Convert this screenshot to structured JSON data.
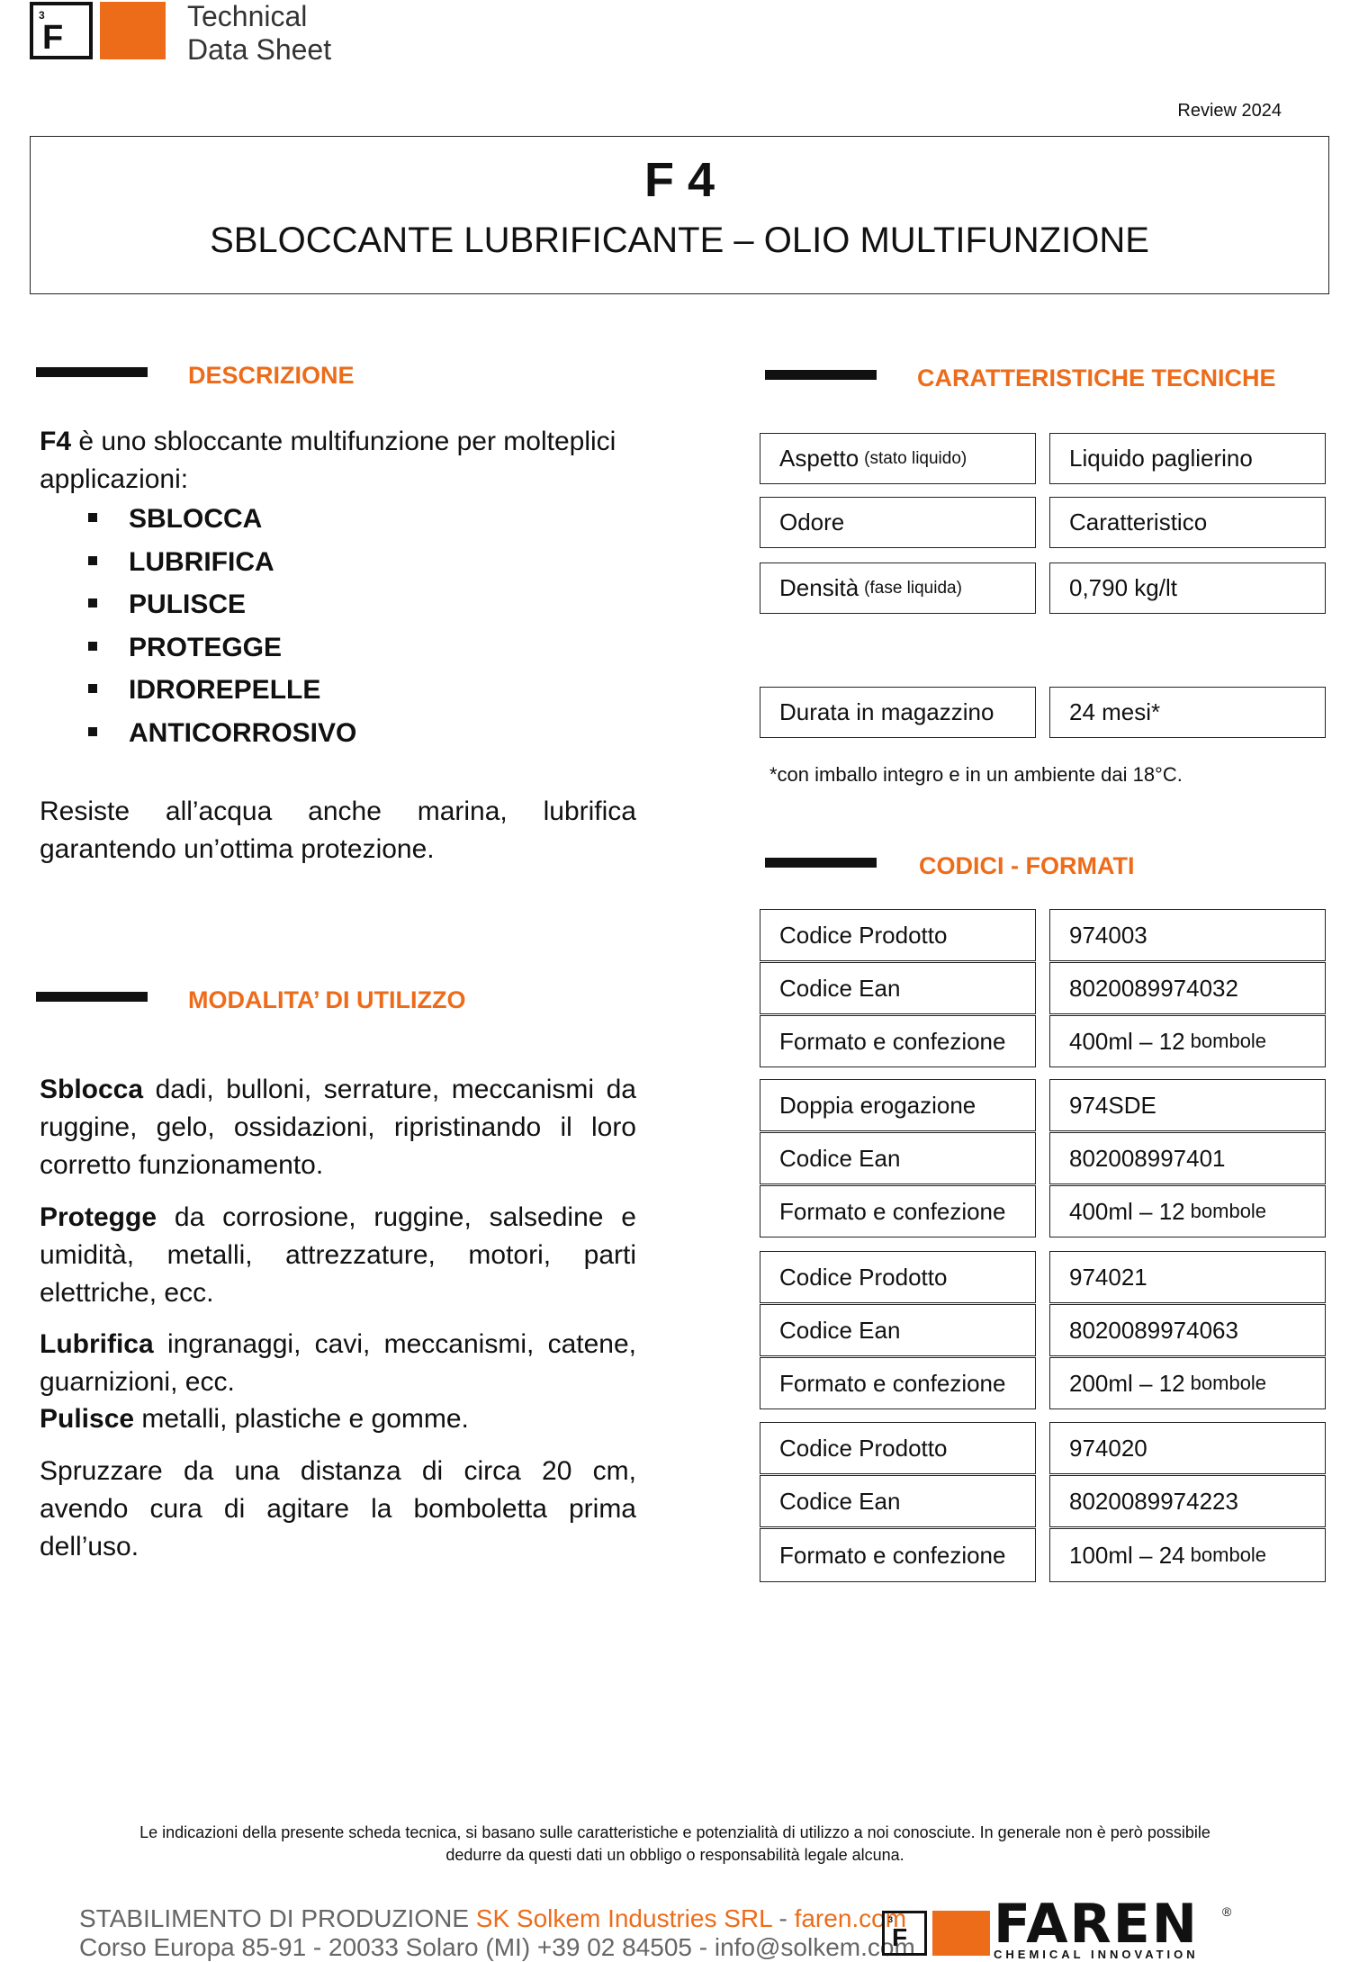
{
  "header": {
    "logo_superscript": "3",
    "logo_letter": "F",
    "title_line1": "Technical",
    "title_line2": "Data Sheet"
  },
  "review": "Review 2024",
  "product": {
    "code": "F 4",
    "subtitle": "SBLOCCANTE LUBRIFICANTE – OLIO MULTIFUNZIONE"
  },
  "descrizione": {
    "title": "DESCRIZIONE",
    "intro_bold": "F4",
    "intro_rest": " è uno sbloccante multifunzione per molteplici applicazioni:",
    "bullets": [
      "SBLOCCA",
      "LUBRIFICA",
      "PULISCE",
      "PROTEGGE",
      "IDROREPELLE",
      "ANTICORROSIVO"
    ],
    "closing": "Resiste all’acqua anche marina, lubrifica garantendo un’ottima protezione."
  },
  "modalita": {
    "title": "MODALITA’ DI UTILIZZO",
    "p1_bold": "Sblocca",
    "p1_rest": " dadi, bulloni, serrature, meccanismi da ruggine, gelo, ossidazioni, ripristinando il loro corretto funzionamento.",
    "p2_bold": "Protegge",
    "p2_rest": " da corrosione, ruggine, salsedine e umidità, metalli, attrezzature, motori, parti elettriche, ecc.",
    "p3_bold": "Lubrifica",
    "p3_rest": " ingranaggi, cavi, meccanismi, catene, guarnizioni, ecc.",
    "p4_bold": "Pulisce",
    "p4_rest": " metalli, plastiche e gomme.",
    "p5": "Spruzzare da una distanza di circa 20 cm, avendo cura di agitare la bomboletta prima dell’uso."
  },
  "caratteristiche": {
    "title": "CARATTERISTICHE TECNICHE",
    "rows": [
      {
        "label": "Aspetto",
        "note": "(stato liquido)",
        "value": "Liquido paglierino"
      },
      {
        "label": "Odore",
        "note": "",
        "value": "Caratteristico"
      },
      {
        "label": "Densità",
        "note": "(fase liquida)",
        "value": "0,790 kg/lt"
      },
      {
        "label": "Durata in magazzino",
        "note": "",
        "value": "24 mesi*"
      }
    ],
    "footnote": "*con imballo integro e in un ambiente dai 18°C."
  },
  "codici": {
    "title": "CODICI - FORMATI",
    "groups": [
      {
        "r1_label": "Codice Prodotto",
        "r1_value": "974003",
        "r2_label": "Codice Ean",
        "r2_value": "8020089974032",
        "r3_label": "Formato e confezione",
        "r3_value": "400ml – 12",
        "r3_unit": "bombole"
      },
      {
        "r1_label": "Doppia erogazione",
        "r1_value": "974SDE",
        "r2_label": "Codice Ean",
        "r2_value": "802008997401",
        "r3_label": "Formato e confezione",
        "r3_value": "400ml – 12",
        "r3_unit": "bombole"
      },
      {
        "r1_label": "Codice Prodotto",
        "r1_value": "974021",
        "r2_label": "Codice Ean",
        "r2_value": "8020089974063",
        "r3_label": "Formato e confezione",
        "r3_value": "200ml – 12",
        "r3_unit": "bombole"
      },
      {
        "r1_label": "Codice Prodotto",
        "r1_value": "974020",
        "r2_label": "Codice Ean",
        "r2_value": "8020089974223",
        "r3_label": "Formato e confezione",
        "r3_value": "100ml – 24",
        "r3_unit": "bombole"
      }
    ]
  },
  "disclaimer": "Le indicazioni della presente scheda tecnica, si basano sulle caratteristiche e potenzialità di utilizzo a noi conosciute. In generale non è però possibile dedurre da questi dati un obbligo o responsabilità legale alcuna.",
  "footer": {
    "line1_a": "STABILIMENTO DI PRODUZIONE ",
    "line1_b": "SK Solkem Industries SRL",
    "line1_c": " - ",
    "line1_d": "faren.com",
    "line2": "Corso Europa 85-91 - 20033 Solaro (MI) +39 02 84505 - info@solkem.com",
    "brand": "FAREN",
    "brand_reg": "®",
    "brand_tagline": "CHEMICAL INNOVATION",
    "logo_superscript": "3",
    "logo_letter": "F"
  },
  "colors": {
    "accent": "#ed6c1a",
    "text": "#111111",
    "footer_gray": "#666666"
  }
}
